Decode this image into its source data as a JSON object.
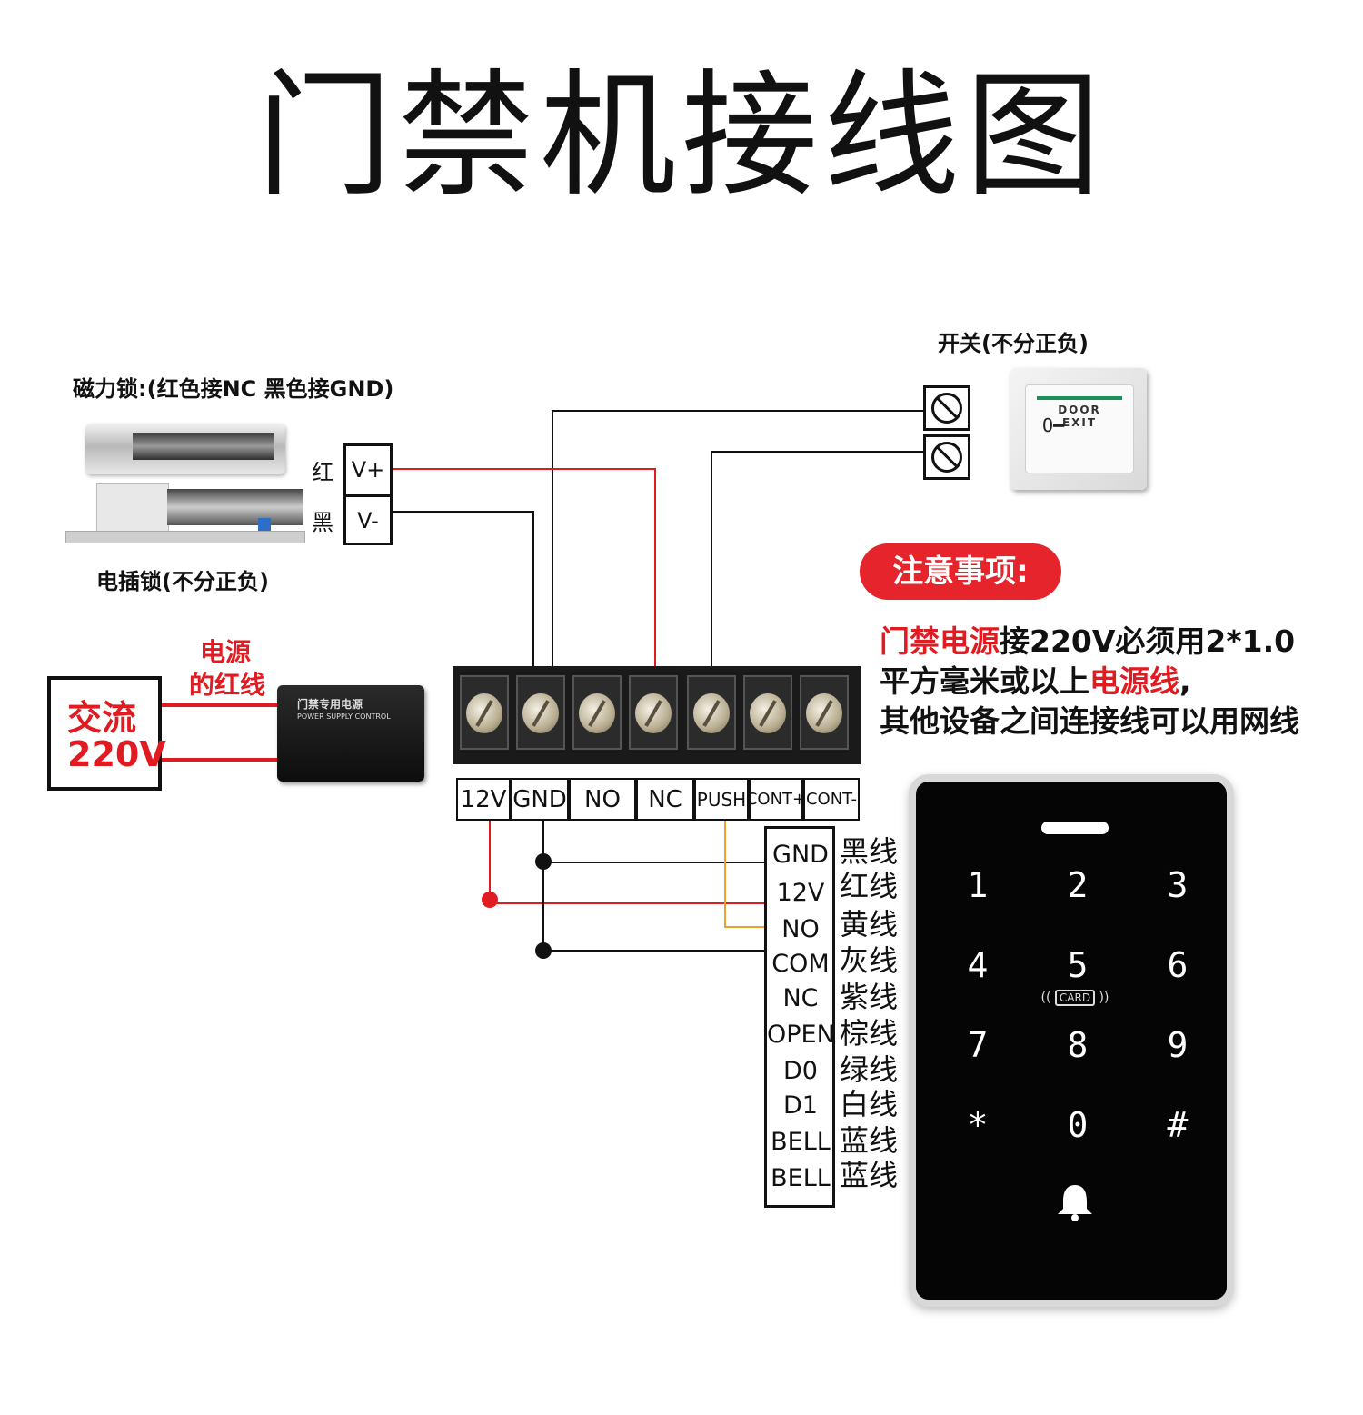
{
  "title": "门禁机接线图",
  "maglock": {
    "label": "磁力锁:(红色接NC 黑色接GND)",
    "red_label": "红",
    "black_label": "黑",
    "vplus": "V+",
    "vminus": "V-"
  },
  "boltlock": {
    "label": "电插锁(不分正负)"
  },
  "switch": {
    "label": "开关(不分正负)",
    "button": {
      "line1": "DOOR",
      "key_glyph": "O━",
      "line2": "EXIT"
    }
  },
  "power": {
    "wire_label_1": "电源",
    "wire_label_2": "的红线",
    "ac_line1": "交流",
    "ac_line2": "220V",
    "psu_line1": "门禁专用电源",
    "psu_line2": "POWER SUPPLY CONTROL"
  },
  "notice": {
    "badge": "注意事项:",
    "line1_red": "门禁电源",
    "line1_rest": "接220V必须用2*1.0",
    "line2_a": "平方毫米或以上",
    "line2_red": "电源线",
    "line2_b": ",",
    "line3": "其他设备之间连接线可以用网线"
  },
  "terminal_labels": [
    "12V",
    "GND",
    "NO",
    "NC",
    "PUSH",
    "CONT+",
    "CONT-"
  ],
  "keypad_pins": [
    "GND",
    "12V",
    "NO",
    "COM",
    "NC",
    "OPEN",
    "D0",
    "D1",
    "BELL",
    "BELL"
  ],
  "wire_colors": [
    "黑线",
    "红线",
    "黄线",
    "灰线",
    "紫线",
    "棕线",
    "绿线",
    "白线",
    "蓝线",
    "蓝线"
  ],
  "keypad": {
    "keys": [
      "1",
      "2",
      "3",
      "4",
      "5",
      "6",
      "7",
      "8",
      "9",
      "*",
      "0",
      "#"
    ],
    "card_label": "CARD"
  },
  "colors": {
    "red_wire": "#e11b22",
    "orange_wire": "#f0a030",
    "black_wire": "#111111"
  }
}
